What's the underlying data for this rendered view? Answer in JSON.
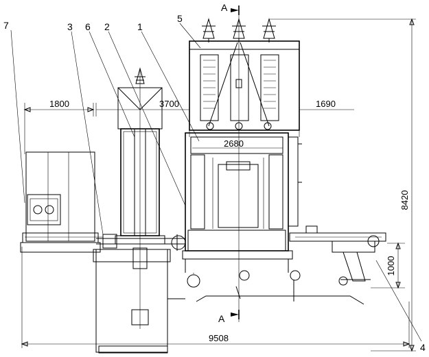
{
  "drawing": {
    "part_labels": [
      "1",
      "2",
      "3",
      "4",
      "5",
      "6",
      "7"
    ],
    "section_marks": [
      "A",
      "A"
    ],
    "dimensions": {
      "left_span": "1800",
      "middle_span": "3700",
      "right_span": "1690",
      "chamber_width": "2680",
      "total_height": "8420",
      "total_length": "9508",
      "rail_height": "1000"
    }
  }
}
